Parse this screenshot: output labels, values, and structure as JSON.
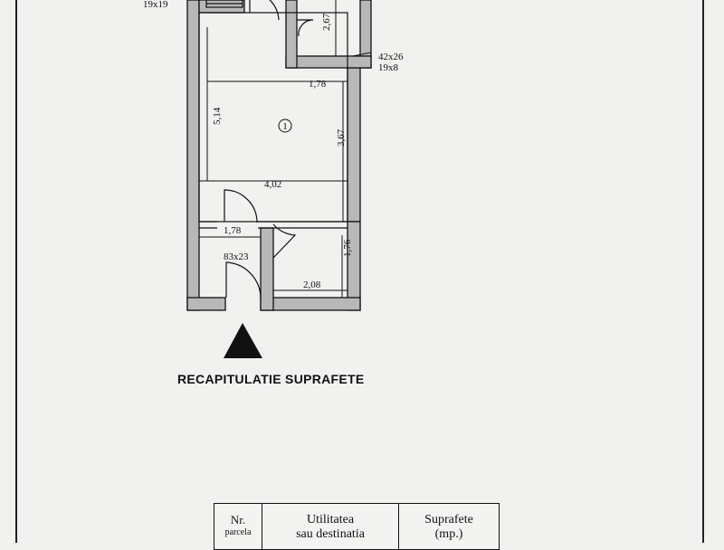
{
  "plan": {
    "window_top_left": "19x19",
    "dim_top_right": "2,67",
    "window_right_1": "42x26",
    "window_right_2": "19x8",
    "dim_room_width": "1,78",
    "dim_length": "5,14",
    "room_number": "1",
    "dim_height": "3,67",
    "dim_room_bottom": "4,02",
    "dim_hall_width": "1,78",
    "door_size": "83x23",
    "dim_side_height": "1,76",
    "dim_side_width": "2,08"
  },
  "recap_title": "RECAPITULATIE SUPRAFETE",
  "table": {
    "col1_title": "Nr.",
    "col1_sub": "parcela",
    "col2_line1": "Utilitatea",
    "col2_line2": "sau destinatia",
    "col3_line1": "Suprafete",
    "col3_line2": "(mp.)"
  }
}
